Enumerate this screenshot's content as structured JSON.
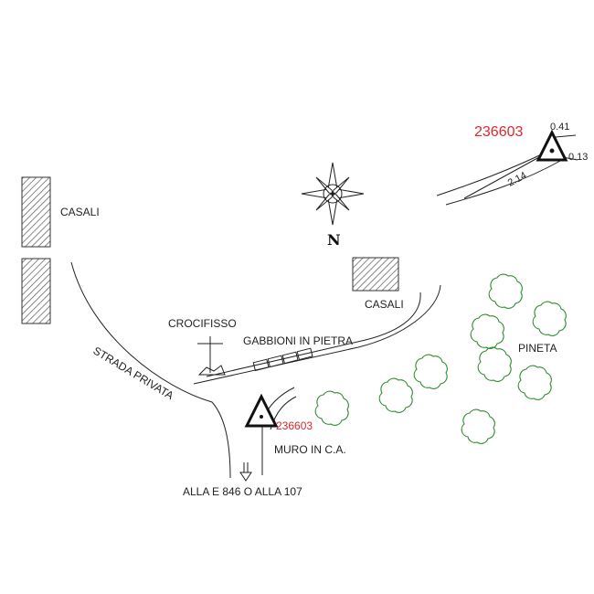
{
  "colors": {
    "line": "#222222",
    "benchmark_label": "#e0262b",
    "vegetation": "#2e8b2e",
    "hatch": "#555555"
  },
  "icons": {
    "benchmark": "triangle-with-dot-icon",
    "compass": "compass-rose-icon",
    "vegetation": "tree-canopy-icon",
    "cross": "crucifix-icon",
    "arrow": "down-arrow-icon"
  },
  "benchmark": {
    "id_label": "236603",
    "detail_id_label": "236603",
    "detail_measures": {
      "top": "0.41",
      "right": "0.13",
      "slope": "2.14"
    }
  },
  "compass": {
    "north_label": "N"
  },
  "labels": {
    "casali_left": "CASALI",
    "casali_right": "CASALI",
    "crocifisso": "CROCIFISSO",
    "gabbioni": "GABBIONI IN PIETRA",
    "strada": "STRADA PRIVATA",
    "muro": "MURO IN C.A.",
    "pineta": "PINETA",
    "directions": "ALLA E 846 O ALLA 107"
  }
}
